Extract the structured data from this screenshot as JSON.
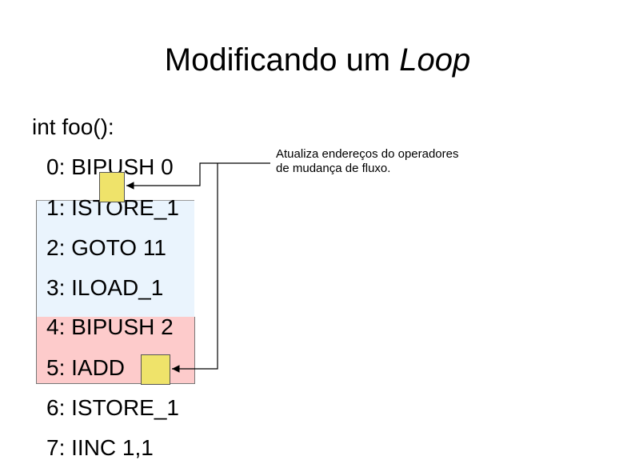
{
  "title": {
    "normal": "Modificando um ",
    "italic": "Loop"
  },
  "function_label": "int foo():",
  "instructions": [
    "0: BIPUSH 0",
    "1: ISTORE_1",
    "2: GOTO 11",
    "3: ILOAD_1",
    "4: BIPUSH 2",
    "5: IADD",
    "6: ISTORE_1",
    "7: IINC 1,1"
  ],
  "note": {
    "line1": "Atualiza endereços do operadores",
    "line2": "de mudança de fluxo."
  },
  "colors": {
    "region_blue": "#eaf4fd",
    "region_red": "#fdcbcb",
    "marker": "#efe36a"
  }
}
